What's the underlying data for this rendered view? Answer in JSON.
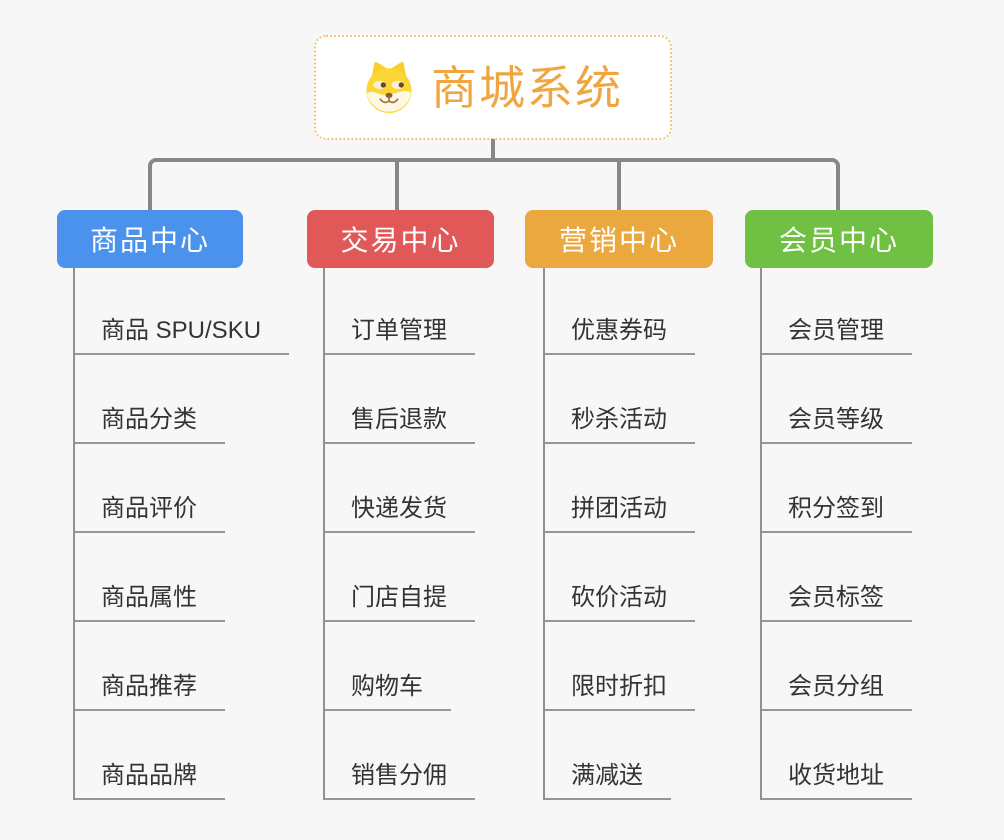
{
  "page": {
    "background": "#f7f7f7",
    "connector_color": "#878787"
  },
  "root": {
    "title": "商城系统",
    "icon": "doge-face-icon",
    "accent_color": "#f0a640",
    "border_color": "#f2c584"
  },
  "branches": [
    {
      "label": "商品中心",
      "color": "#4a92ec",
      "items": [
        "商品 SPU/SKU",
        "商品分类",
        "商品评价",
        "商品属性",
        "商品推荐",
        "商品品牌"
      ]
    },
    {
      "label": "交易中心",
      "color": "#e05858",
      "items": [
        "订单管理",
        "售后退款",
        "快递发货",
        "门店自提",
        "购物车",
        "销售分佣"
      ]
    },
    {
      "label": "营销中心",
      "color": "#eaa83e",
      "items": [
        "优惠券码",
        "秒杀活动",
        "拼团活动",
        "砍价活动",
        "限时折扣",
        "满减送"
      ]
    },
    {
      "label": "会员中心",
      "color": "#6fc043",
      "items": [
        "会员管理",
        "会员等级",
        "积分签到",
        "会员标签",
        "会员分组",
        "收货地址"
      ]
    }
  ]
}
